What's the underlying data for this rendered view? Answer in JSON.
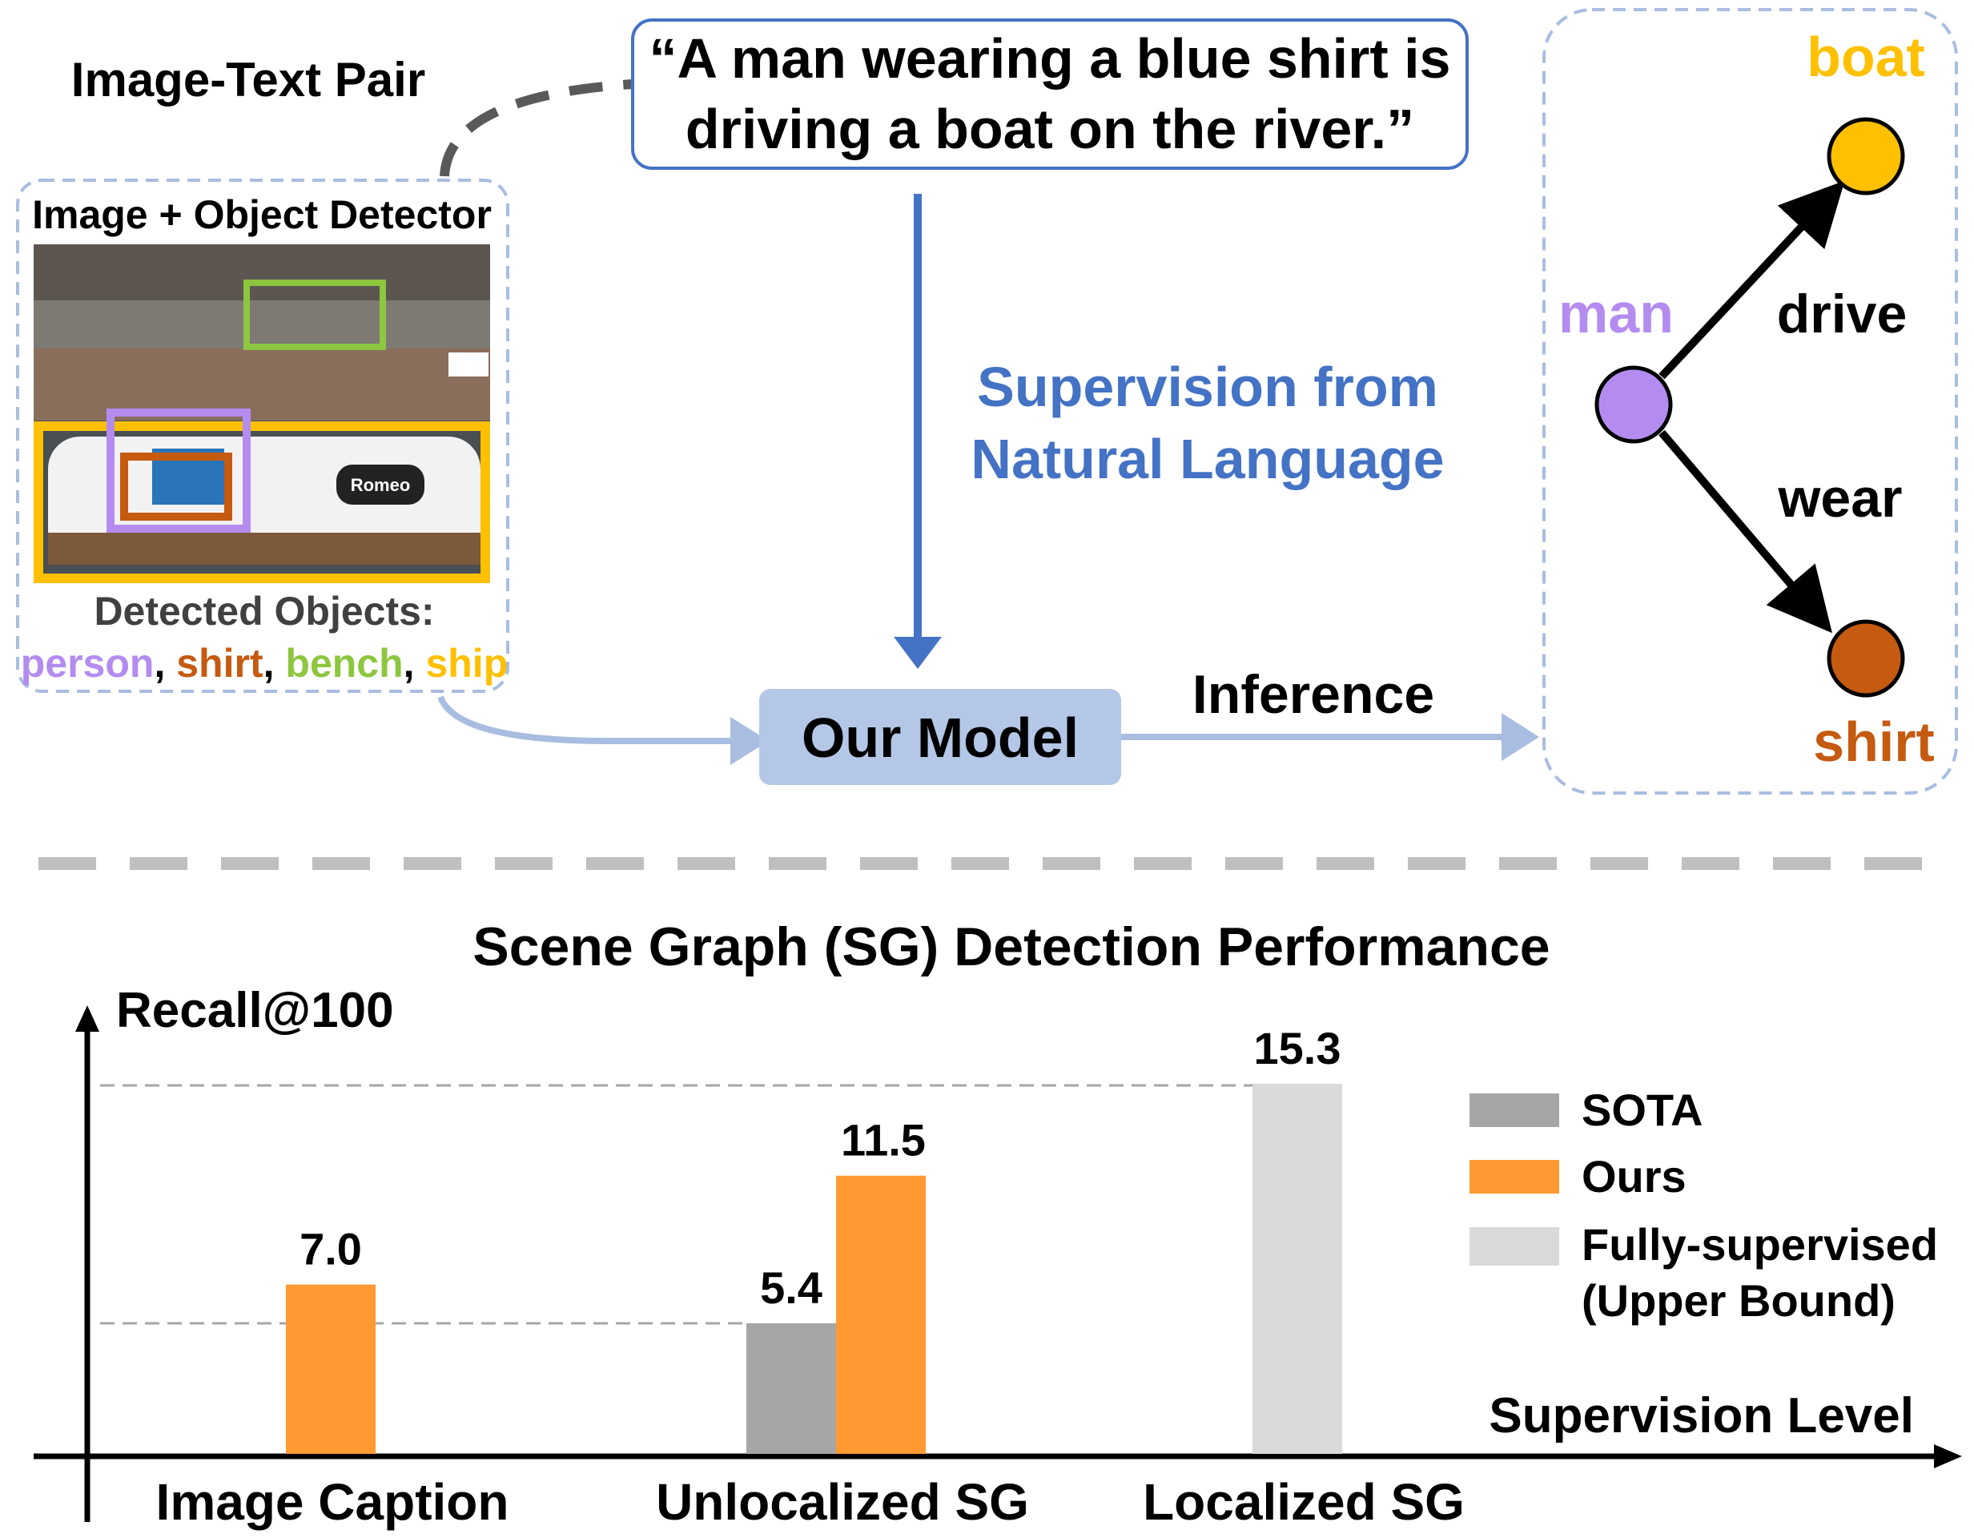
{
  "top": {
    "pair_label": "Image-Text Pair",
    "caption_line1": "“A man wearing a blue shirt is",
    "caption_line2": "driving a boat on the river.”",
    "detector_title": "Image + Object Detector",
    "detected_label": "Detected Objects:",
    "objects": [
      {
        "text": "person",
        "color": "#b48cf0"
      },
      {
        "text": "shirt",
        "color": "#c55a11"
      },
      {
        "text": "bench",
        "color": "#8dc63f"
      },
      {
        "text": "ship",
        "color": "#ffc000"
      }
    ],
    "supervision_line1": "Supervision from",
    "supervision_line2": "Natural Language",
    "model_label": "Our Model",
    "inference_label": "Inference",
    "boat_photo_name": "Romeo"
  },
  "graph": {
    "nodes": [
      {
        "id": "man",
        "label": "man",
        "color": "#b48cf0",
        "label_color": "#b48cf0"
      },
      {
        "id": "boat",
        "label": "boat",
        "color": "#ffc000",
        "label_color": "#ffc000"
      },
      {
        "id": "shirt",
        "label": "shirt",
        "color": "#c55a11",
        "label_color": "#c55a11"
      }
    ],
    "edges": [
      {
        "from": "man",
        "to": "boat",
        "label": "drive"
      },
      {
        "from": "man",
        "to": "shirt",
        "label": "wear"
      }
    ]
  },
  "chart_data": {
    "type": "bar",
    "title": "Scene Graph (SG) Detection Performance",
    "ylabel": "Recall@100",
    "xlabel": "Supervision Level",
    "categories": [
      "Image Caption",
      "Unlocalized SG",
      "Localized SG"
    ],
    "series": [
      {
        "name": "SOTA",
        "color": "#a6a6a6",
        "values": [
          null,
          5.4,
          null
        ]
      },
      {
        "name": "Ours",
        "color": "#ff9a33",
        "values": [
          7.0,
          11.5,
          null
        ]
      },
      {
        "name": "Fully-supervised (Upper Bound)",
        "color": "#d9d9d9",
        "values": [
          null,
          null,
          15.3
        ]
      }
    ],
    "legend": [
      {
        "label_line1": "SOTA",
        "label_line2": "",
        "color": "#a6a6a6"
      },
      {
        "label_line1": "Ours",
        "label_line2": "",
        "color": "#ff9a33"
      },
      {
        "label_line1": "Fully-supervised",
        "label_line2": "(Upper Bound)",
        "color": "#d9d9d9"
      }
    ],
    "value_labels": [
      "7.0",
      "5.4",
      "11.5",
      "15.3"
    ],
    "reference_lines": [
      5.4,
      15.3
    ],
    "ylim": [
      0,
      19
    ],
    "legend_position": "right"
  }
}
